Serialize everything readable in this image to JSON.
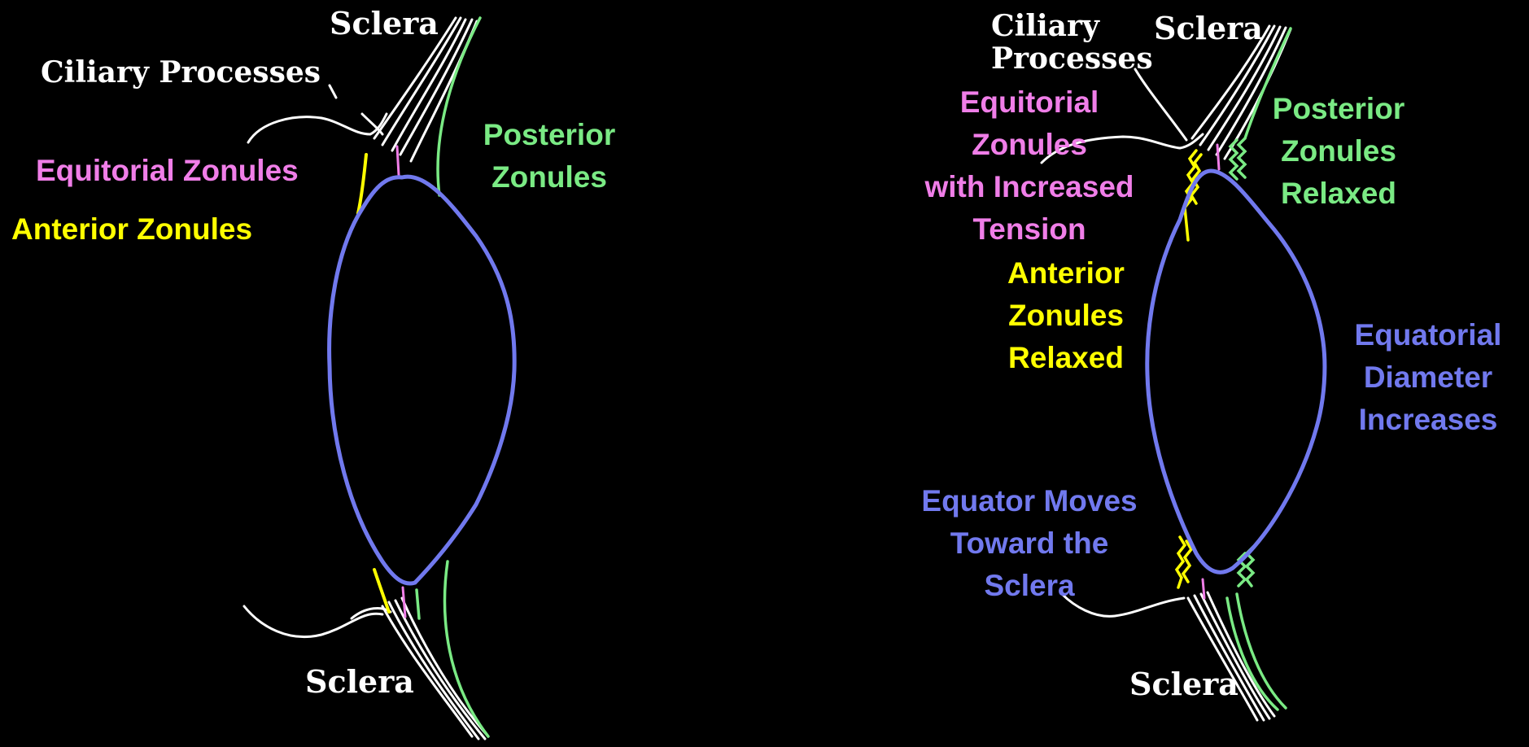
{
  "colors": {
    "background": "#000000",
    "sclera": "#ffffff",
    "equitorial_zonules": "#f07ee8",
    "anterior_zonules": "#ffff00",
    "posterior_zonules": "#7aea84",
    "lens": "#7179ee"
  },
  "left_panel": {
    "sclera_top": "Sclera",
    "sclera_bottom": "Sclera",
    "ciliary_processes": "Ciliary Processes",
    "equitorial_zonules": "Equitorial Zonules",
    "anterior_zonules": "Anterior Zonules",
    "posterior_zonules": [
      "Posterior",
      "Zonules"
    ]
  },
  "right_panel": {
    "sclera_top": "Sclera",
    "sclera_bottom": "Sclera",
    "ciliary_processes": [
      "Ciliary",
      "Processes"
    ],
    "equitorial_zonules": [
      "Equitorial",
      "Zonules",
      "with Increased",
      "Tension"
    ],
    "anterior_zonules": [
      "Anterior",
      "Zonules",
      "Relaxed"
    ],
    "posterior_zonules": [
      "Posterior",
      "Zonules",
      "Relaxed"
    ],
    "equatorial_diameter": [
      "Equatorial",
      "Diameter",
      "Increases"
    ],
    "equator_moves": [
      "Equator Moves",
      "Toward the",
      "Sclera"
    ]
  }
}
